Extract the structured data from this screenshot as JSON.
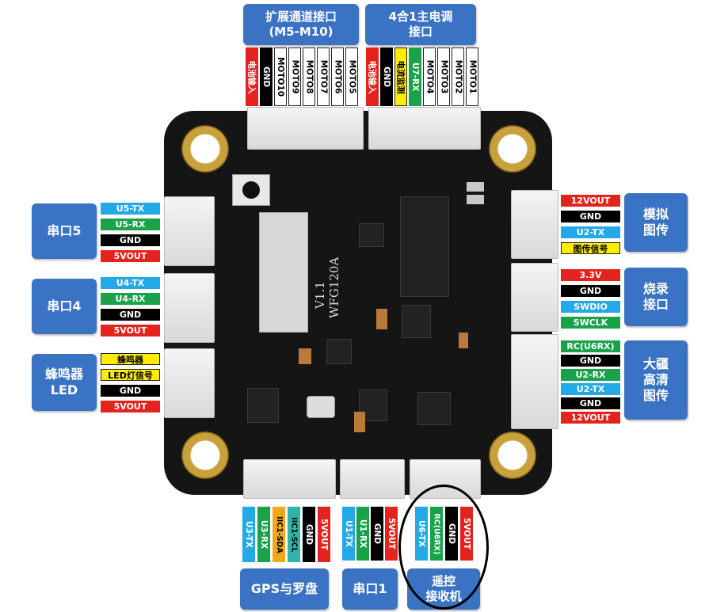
{
  "board": {
    "silk_version": "V1.1",
    "silk_model": "WFG120A"
  },
  "groups": {
    "ext_motor": {
      "title": "扩展通道接口\n(M5-M10)",
      "pins": [
        {
          "label": "电池输入",
          "color": "red"
        },
        {
          "label": "GND",
          "color": "black"
        },
        {
          "label": "MOTO10",
          "color": "white"
        },
        {
          "label": "MOTO9",
          "color": "white"
        },
        {
          "label": "MOTO8",
          "color": "white"
        },
        {
          "label": "MOTO7",
          "color": "white"
        },
        {
          "label": "MOTO6",
          "color": "white"
        },
        {
          "label": "MOTO5",
          "color": "white"
        }
      ]
    },
    "esc_4in1": {
      "title": "4合1主电调\n接口",
      "pins": [
        {
          "label": "电池输入",
          "color": "red"
        },
        {
          "label": "GND",
          "color": "black"
        },
        {
          "label": "电流监测",
          "color": "yellow"
        },
        {
          "label": "U7-RX",
          "color": "green"
        },
        {
          "label": "MOTO4",
          "color": "white"
        },
        {
          "label": "MOTO3",
          "color": "white"
        },
        {
          "label": "MOTO2",
          "color": "white"
        },
        {
          "label": "MOTO1",
          "color": "white"
        }
      ]
    },
    "uart5": {
      "title": "串口5",
      "pins": [
        {
          "label": "U5-TX",
          "color": "cyan"
        },
        {
          "label": "U5-RX",
          "color": "green"
        },
        {
          "label": "GND",
          "color": "black"
        },
        {
          "label": "5VOUT",
          "color": "red"
        }
      ]
    },
    "uart4": {
      "title": "串口4",
      "pins": [
        {
          "label": "U4-TX",
          "color": "cyan"
        },
        {
          "label": "U4-RX",
          "color": "green"
        },
        {
          "label": "GND",
          "color": "black"
        },
        {
          "label": "5VOUT",
          "color": "red"
        }
      ]
    },
    "buzzer": {
      "title": "蜂鸣器\nLED",
      "pins": [
        {
          "label": "蜂鸣器",
          "color": "yellow"
        },
        {
          "label": "LED灯信号",
          "color": "yellow"
        },
        {
          "label": "GND",
          "color": "black"
        },
        {
          "label": "5VOUT",
          "color": "red"
        }
      ]
    },
    "analog_vtx": {
      "title": "模拟\n图传",
      "pins": [
        {
          "label": "12VOUT",
          "color": "red"
        },
        {
          "label": "GND",
          "color": "black"
        },
        {
          "label": "U2-TX",
          "color": "cyan"
        },
        {
          "label": "图传信号",
          "color": "yellow"
        }
      ]
    },
    "flash": {
      "title": "烧录\n接口",
      "pins": [
        {
          "label": "3.3V",
          "color": "red"
        },
        {
          "label": "GND",
          "color": "black"
        },
        {
          "label": "SWDIO",
          "color": "cyan"
        },
        {
          "label": "SWCLK",
          "color": "green"
        }
      ]
    },
    "dji_hd": {
      "title": "大疆\n高清\n图传",
      "pins": [
        {
          "label": "RC(U6RX)",
          "color": "green"
        },
        {
          "label": "GND",
          "color": "black"
        },
        {
          "label": "U2-RX",
          "color": "green"
        },
        {
          "label": "U2-TX",
          "color": "cyan"
        },
        {
          "label": "GND",
          "color": "black"
        },
        {
          "label": "12VOUT",
          "color": "red"
        }
      ]
    },
    "gps": {
      "title": "GPS与罗盘",
      "pins": [
        {
          "label": "U3-TX",
          "color": "cyan"
        },
        {
          "label": "U3-RX",
          "color": "green"
        },
        {
          "label": "IIC1-SDA",
          "color": "orange"
        },
        {
          "label": "IIC1-SCL",
          "color": "teal"
        },
        {
          "label": "GND",
          "color": "black"
        },
        {
          "label": "5VOUT",
          "color": "red"
        }
      ]
    },
    "uart1": {
      "title": "串口1",
      "pins": [
        {
          "label": "U1-TX",
          "color": "cyan"
        },
        {
          "label": "U1-RX",
          "color": "green"
        },
        {
          "label": "GND",
          "color": "black"
        },
        {
          "label": "5VOUT",
          "color": "red"
        }
      ]
    },
    "rc": {
      "title": "遥控\n接收机",
      "pins": [
        {
          "label": "U6-TX",
          "color": "cyan"
        },
        {
          "label": "RC(U6RX)",
          "color": "green"
        },
        {
          "label": "GND",
          "color": "black"
        },
        {
          "label": "5VOUT",
          "color": "red"
        }
      ]
    }
  }
}
